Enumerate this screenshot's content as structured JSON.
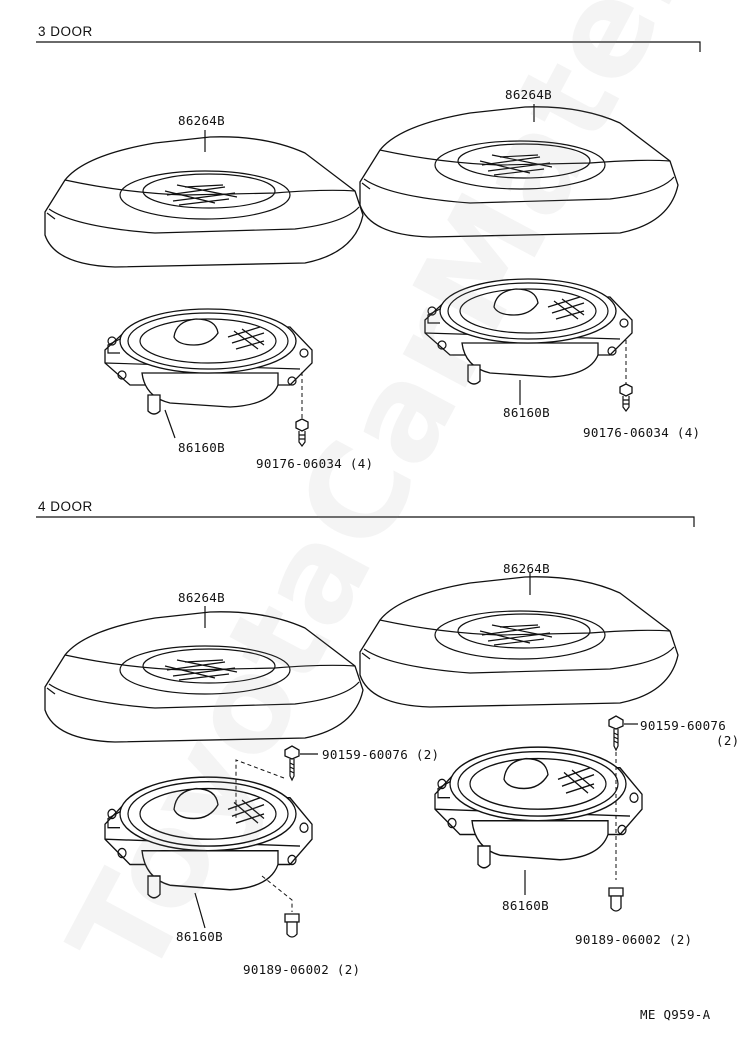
{
  "sections": [
    {
      "title": "3 DOOR",
      "left": {
        "grille": "86264B",
        "speaker": "86160B",
        "screw": "90176-06034 (4)"
      },
      "right": {
        "grille": "86264B",
        "speaker": "86160B",
        "screw": "90176-06034 (4)"
      }
    },
    {
      "title": "4 DOOR",
      "left": {
        "grille": "86264B",
        "speaker": "86160B",
        "bolt": "90159-60076 (2)",
        "nut": "90189-06002 (2)"
      },
      "right": {
        "grille": "86264B",
        "speaker": "86160B",
        "bolt": "90159-60076",
        "bolt_qty": "(2)",
        "nut": "90189-06002 (2)"
      }
    }
  ],
  "figure_code": "ME Q959-A",
  "watermark": "ToyotaCarMate.ru"
}
